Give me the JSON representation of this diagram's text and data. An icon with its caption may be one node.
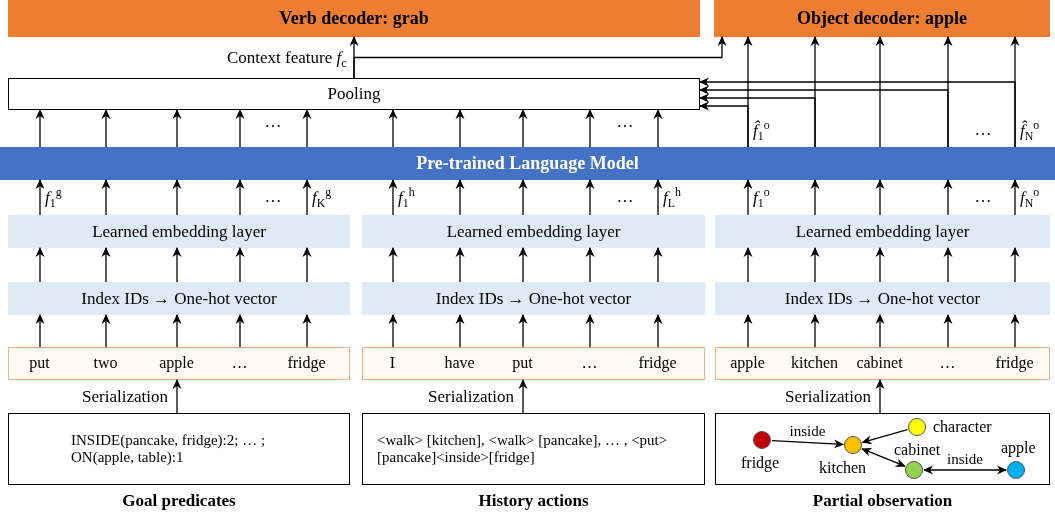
{
  "diagram": {
    "nodes": [
      {
        "text": [
          "Verb decoder: grab"
        ]
      },
      {
        "text": [
          "Object decoder: apple"
        ]
      },
      {
        "text": [
          "Pooling"
        ]
      },
      {
        "text": [
          "Pre-trained Language Model"
        ]
      },
      {
        "text": [
          "Learned embedding layer"
        ]
      },
      {
        "text": [
          "Learned embedding layer"
        ]
      },
      {
        "text": [
          "Learned embedding layer"
        ]
      },
      {
        "text": [
          "Index IDs → One-hot vector"
        ]
      },
      {
        "text": [
          "Index IDs → One-hot vector"
        ]
      },
      {
        "text": [
          "Index IDs → One-hot vector"
        ]
      },
      {
        "text": [],
        "shape": "box"
      },
      {
        "text": [
          "put"
        ],
        "in": 10
      },
      {
        "text": [
          "two"
        ],
        "in": 10
      },
      {
        "text": [
          "apple"
        ],
        "in": 10
      },
      {
        "text": [
          "…"
        ],
        "in": 10
      },
      {
        "text": [
          "fridge"
        ],
        "in": 10
      },
      {
        "text": [],
        "shape": "box"
      },
      {
        "text": [
          "I"
        ],
        "in": 16
      },
      {
        "text": [
          "have"
        ],
        "in": 16
      },
      {
        "text": [
          "put"
        ],
        "in": 16
      },
      {
        "text": [
          "…"
        ],
        "in": 16
      },
      {
        "text": [
          "fridge"
        ],
        "in": 16
      },
      {
        "text": [],
        "shape": "box"
      },
      {
        "text": [
          "apple"
        ],
        "in": 22
      },
      {
        "text": [
          "kitchen"
        ],
        "in": 22
      },
      {
        "text": [
          "cabinet"
        ],
        "in": 22
      },
      {
        "text": [
          "…"
        ],
        "in": 22
      },
      {
        "text": [
          "fridge"
        ],
        "in": 22
      },
      {
        "text": [
          "INSIDE(pancake, fridge):2; … ; ON(apple, table):1"
        ],
        "beside": [
          "Goal predicates"
        ]
      },
      {
        "text": [
          "<walk> [kitchen], <walk> [pancake], … , <put> [pancake]<inside>[fridge]"
        ],
        "beside": [
          "History actions"
        ]
      },
      {
        "text": [],
        "shape": "box",
        "beside": [
          "Partial observation"
        ]
      },
      {
        "text": [
          "fridge"
        ],
        "in": 30
      },
      {
        "text": [
          "kitchen"
        ],
        "in": 30
      },
      {
        "text": [
          "character"
        ],
        "in": 30
      },
      {
        "text": [
          "cabinet"
        ],
        "in": 30
      },
      {
        "text": [
          "apple"
        ],
        "in": 30
      }
    ],
    "edges": [
      {
        "from": 11,
        "to": 7,
        "arrow": "to"
      },
      {
        "from": 12,
        "to": 7,
        "arrow": "to"
      },
      {
        "from": 13,
        "to": 7,
        "arrow": "to"
      },
      {
        "from": 14,
        "to": 7,
        "arrow": "to"
      },
      {
        "from": 15,
        "to": 7,
        "arrow": "to"
      },
      {
        "from": 7,
        "to": 4,
        "arrow": "to"
      },
      {
        "from": 7,
        "to": 4,
        "arrow": "to"
      },
      {
        "from": 7,
        "to": 4,
        "arrow": "to"
      },
      {
        "from": 7,
        "to": 4,
        "arrow": "to"
      },
      {
        "from": 7,
        "to": 4,
        "arrow": "to"
      },
      {
        "from": 4,
        "to": 3,
        "arrow": "to",
        "label": "*f*$_{1}$$^{g}$"
      },
      {
        "from": 4,
        "to": 3,
        "arrow": "to"
      },
      {
        "from": 4,
        "to": 3,
        "arrow": "to"
      },
      {
        "from": 4,
        "to": 3,
        "arrow": "to"
      },
      {
        "from": 4,
        "to": 3,
        "arrow": "to",
        "label": "*f*$_{K}$$^{g}$"
      },
      {
        "from": 17,
        "to": 8,
        "arrow": "to"
      },
      {
        "from": 18,
        "to": 8,
        "arrow": "to"
      },
      {
        "from": 19,
        "to": 8,
        "arrow": "to"
      },
      {
        "from": 20,
        "to": 8,
        "arrow": "to"
      },
      {
        "from": 21,
        "to": 8,
        "arrow": "to"
      },
      {
        "from": 8,
        "to": 5,
        "arrow": "to"
      },
      {
        "from": 8,
        "to": 5,
        "arrow": "to"
      },
      {
        "from": 8,
        "to": 5,
        "arrow": "to"
      },
      {
        "from": 8,
        "to": 5,
        "arrow": "to"
      },
      {
        "from": 8,
        "to": 5,
        "arrow": "to"
      },
      {
        "from": 5,
        "to": 3,
        "arrow": "to",
        "label": "*f*$_{1}$$^{h}$"
      },
      {
        "from": 5,
        "to": 3,
        "arrow": "to"
      },
      {
        "from": 5,
        "to": 3,
        "arrow": "to"
      },
      {
        "from": 5,
        "to": 3,
        "arrow": "to"
      },
      {
        "from": 5,
        "to": 3,
        "arrow": "to",
        "label": "*f*$_{L}$$^{h}$"
      },
      {
        "from": 23,
        "to": 9,
        "arrow": "to"
      },
      {
        "from": 24,
        "to": 9,
        "arrow": "to"
      },
      {
        "from": 25,
        "to": 9,
        "arrow": "to"
      },
      {
        "from": 26,
        "to": 9,
        "arrow": "to"
      },
      {
        "from": 27,
        "to": 9,
        "arrow": "to"
      },
      {
        "from": 9,
        "to": 6,
        "arrow": "to"
      },
      {
        "from": 9,
        "to": 6,
        "arrow": "to"
      },
      {
        "from": 9,
        "to": 6,
        "arrow": "to"
      },
      {
        "from": 9,
        "to": 6,
        "arrow": "to"
      },
      {
        "from": 9,
        "to": 6,
        "arrow": "to"
      },
      {
        "from": 6,
        "to": 3,
        "arrow": "to",
        "label": "*f*$_{1}$$^{o}$"
      },
      {
        "from": 6,
        "to": 3,
        "arrow": "to"
      },
      {
        "from": 6,
        "to": 3,
        "arrow": "to"
      },
      {
        "from": 6,
        "to": 3,
        "arrow": "to"
      },
      {
        "from": 6,
        "to": 3,
        "arrow": "to",
        "label": "*f*$_{N}$$^{o}$"
      },
      {
        "from": 3,
        "to": 2,
        "arrow": "to"
      },
      {
        "from": 3,
        "to": 2,
        "arrow": "to"
      },
      {
        "from": 3,
        "to": 2,
        "arrow": "to"
      },
      {
        "from": 3,
        "to": 2,
        "arrow": "to"
      },
      {
        "from": 3,
        "to": 2,
        "arrow": "to"
      },
      {
        "from": 3,
        "to": 2,
        "arrow": "to"
      },
      {
        "from": 3,
        "to": 2,
        "arrow": "to"
      },
      {
        "from": 3,
        "to": 2,
        "arrow": "to"
      },
      {
        "from": 3,
        "to": 2,
        "arrow": "to"
      },
      {
        "from": 3,
        "to": 2,
        "arrow": "to"
      },
      {
        "from": 3,
        "to": 1,
        "arrow": "to",
        "label": "*f̂*$_{1}$$^{o}$"
      },
      {
        "from": 3,
        "to": 1,
        "arrow": "to"
      },
      {
        "from": 3,
        "to": 1,
        "arrow": "to"
      },
      {
        "from": 3,
        "to": 1,
        "arrow": "to"
      },
      {
        "from": 3,
        "to": 1,
        "arrow": "to",
        "label": "*f̂*$_{N}$$^{o}$"
      },
      {
        "from": 3,
        "to": 2,
        "arrow": "to"
      },
      {
        "from": 3,
        "to": 2,
        "arrow": "to"
      },
      {
        "from": 3,
        "to": 2,
        "arrow": "to"
      },
      {
        "from": 3,
        "to": 2,
        "arrow": "to"
      },
      {
        "from": 2,
        "to": 0,
        "arrow": "to",
        "label": "Context feature *f*$_{c}$"
      },
      {
        "from": 2,
        "to": 1,
        "arrow": "to"
      },
      {
        "from": 28,
        "to": 10,
        "arrow": "to",
        "label": "Serialization"
      },
      {
        "from": 29,
        "to": 16,
        "arrow": "to",
        "label": "Serialization"
      },
      {
        "from": 30,
        "to": 22,
        "arrow": "to",
        "label": "Serialization"
      },
      {
        "from": 31,
        "to": 32,
        "arrow": "to",
        "label": "inside"
      },
      {
        "from": 33,
        "to": 32,
        "arrow": "to"
      },
      {
        "from": 32,
        "to": 34,
        "arrow": "both"
      },
      {
        "from": 34,
        "to": 35,
        "arrow": "both",
        "label": "inside"
      }
    ],
    "labels": [
      "…",
      "…",
      "…",
      "…",
      "…",
      "…"
    ]
  }
}
